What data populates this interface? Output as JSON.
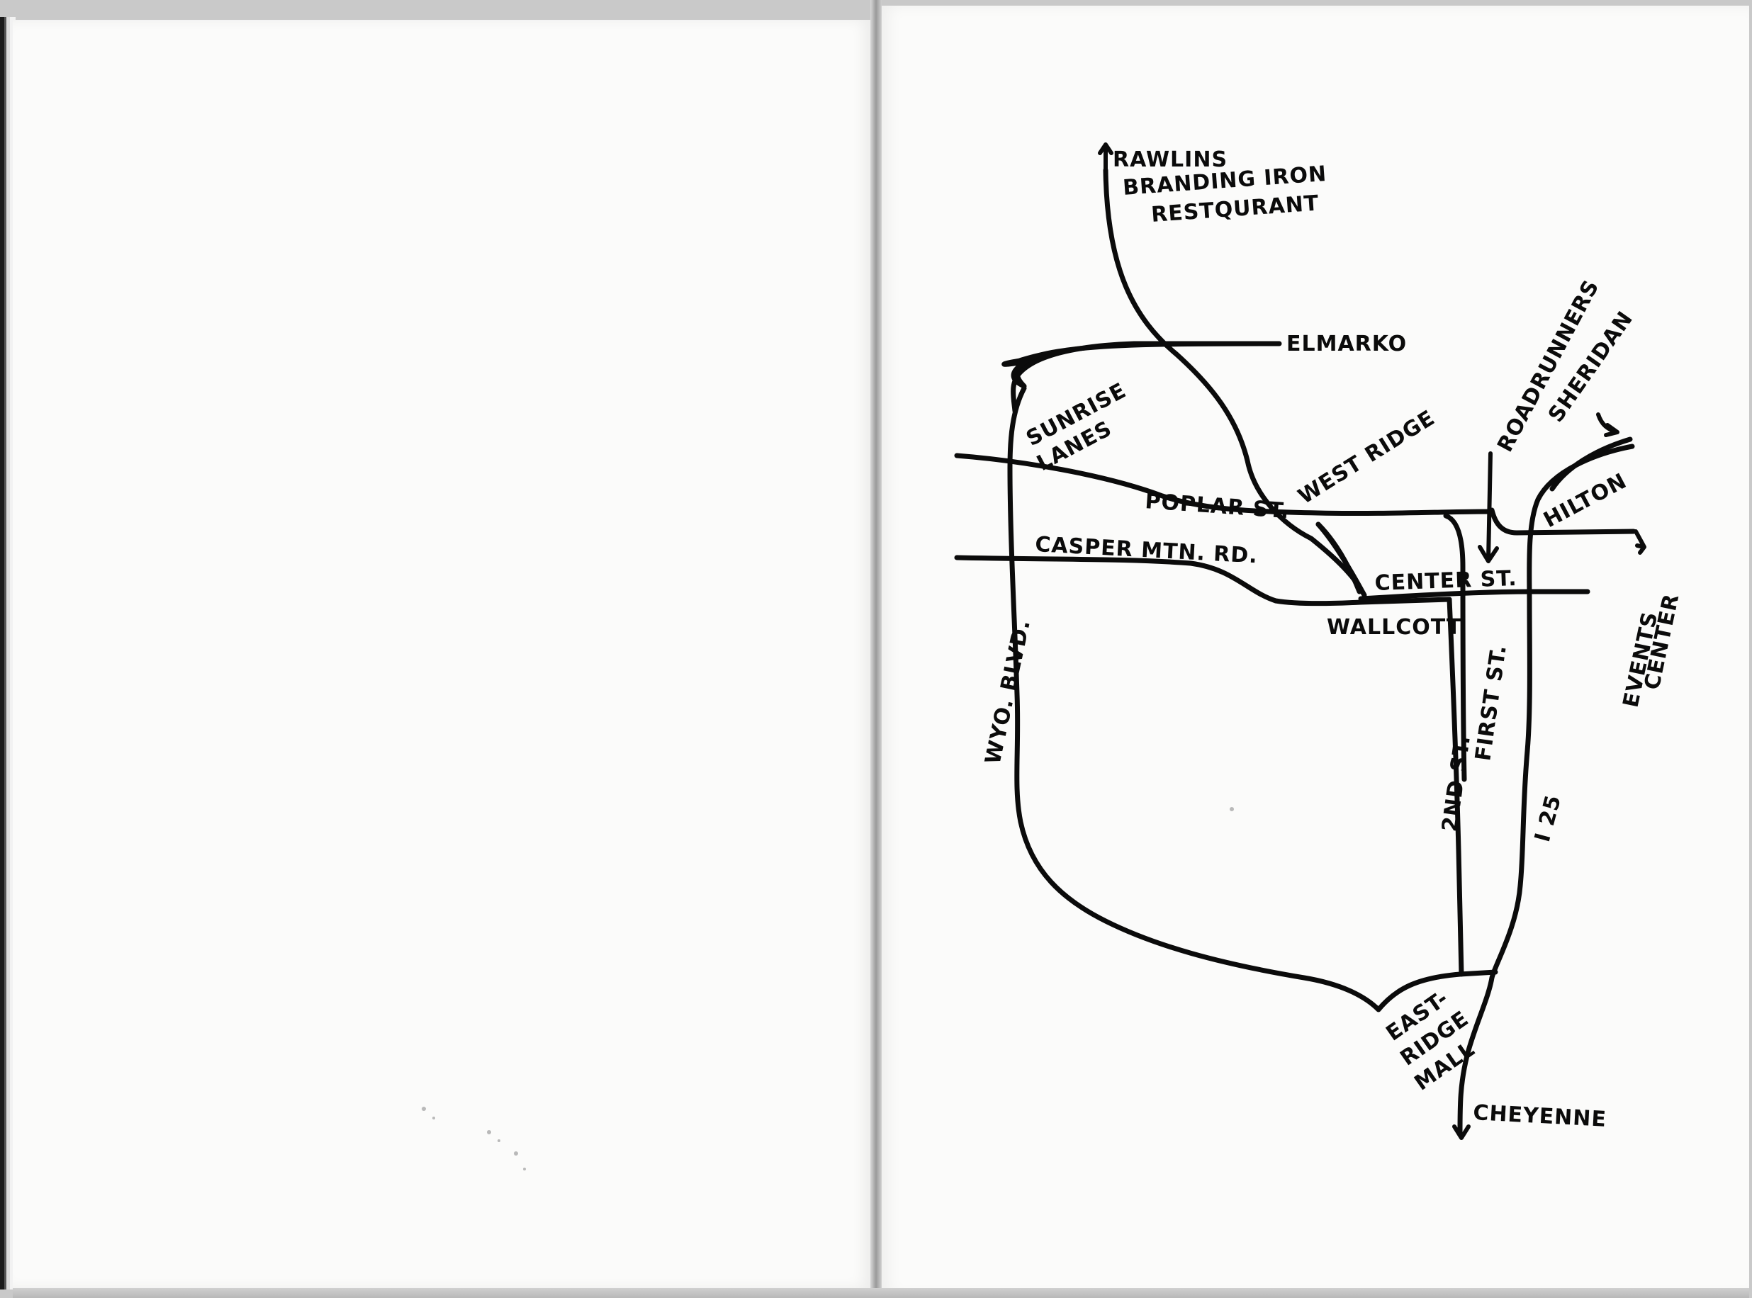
{
  "map": {
    "labels": {
      "rawlins": "RAWLINS",
      "branding_iron_line1": "BRANDING IRON",
      "branding_iron_line2": "RESTQURANT",
      "elmarko": "ELMARKO",
      "sunrise_line1": "SUNRISE",
      "sunrise_line2": "LANES",
      "roadrunners": "ROADRUNNERS",
      "sheridan": "SHERIDAN",
      "west_ridge": "WEST RIDGE",
      "poplar_st": "POPLAR ST.",
      "hilton": "HILTON",
      "casper_mtn_rd": "CASPER MTN. RD.",
      "center_st": "CENTER ST.",
      "wallcott": "WALLCOTT",
      "events_center_line1": "EVENTS",
      "events_center_line2": "CENTER",
      "wyo_blvd": "WYO. BLVD.",
      "second_st": "2ND ST.",
      "first_st": "FIRST ST.",
      "i25": "I 25",
      "east_ridge_line1": "EAST-",
      "east_ridge_line2": "RIDGE",
      "east_ridge_line3": "MALL",
      "cheyenne": "CHEYENNE"
    }
  }
}
